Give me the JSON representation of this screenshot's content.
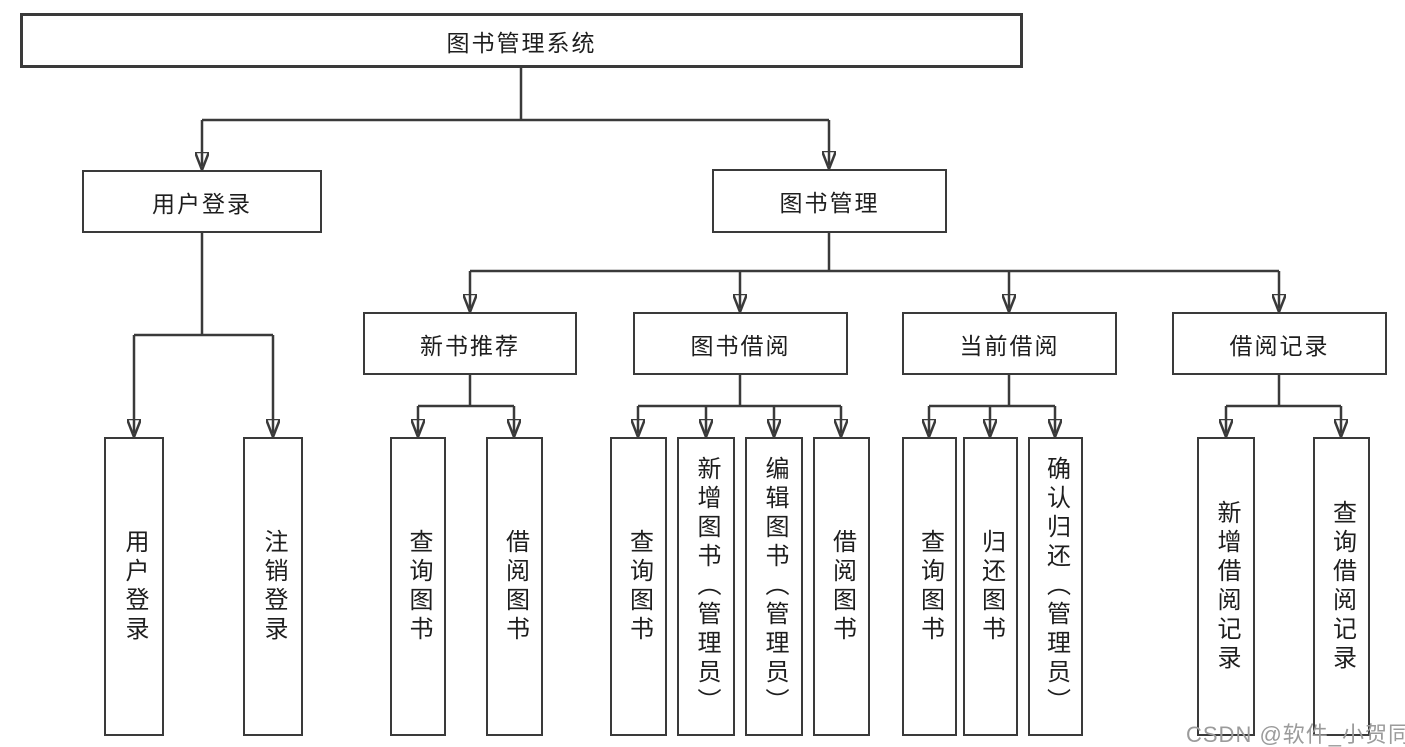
{
  "diagram": {
    "line_color": "#3a3a3a",
    "text_color": "#1e1e1e",
    "root": {
      "label": "图书管理系统"
    },
    "branches": [
      {
        "label": "用户登录",
        "children": [
          {
            "label": "用户登录"
          },
          {
            "label": "注销登录"
          }
        ]
      },
      {
        "label": "图书管理",
        "children": [
          {
            "label": "新书推荐",
            "children": [
              {
                "label": "查询图书"
              },
              {
                "label": "借阅图书"
              }
            ]
          },
          {
            "label": "图书借阅",
            "children": [
              {
                "label": "查询图书"
              },
              {
                "label": "新增图书（管理员）"
              },
              {
                "label": "编辑图书（管理员）"
              },
              {
                "label": "借阅图书"
              }
            ]
          },
          {
            "label": "当前借阅",
            "children": [
              {
                "label": "查询图书"
              },
              {
                "label": "归还图书"
              },
              {
                "label": "确认归还（管理员）"
              }
            ]
          },
          {
            "label": "借阅记录",
            "children": [
              {
                "label": "新增借阅记录"
              },
              {
                "label": "查询借阅记录"
              }
            ]
          }
        ]
      }
    ],
    "watermark": {
      "text": "CSDN @软件_小贺同学",
      "color": "#9b9b9b"
    }
  }
}
